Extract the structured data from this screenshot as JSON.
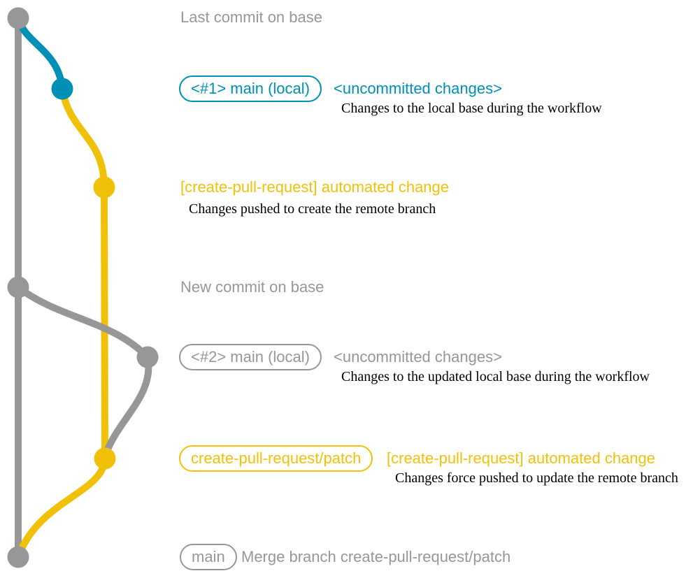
{
  "diagram": {
    "description": "Git branch graph showing the create-pull-request action workflow",
    "colors": {
      "base_branch": "#979797",
      "local_branch": "#008fb5",
      "patch_branch": "#f1c109",
      "note_text": "#000000"
    },
    "rows": [
      {
        "id": "last-commit-on-base",
        "message": "Last commit on base"
      },
      {
        "id": "local-commit-1",
        "branch_label": "<#1> main (local)",
        "message": "<uncommitted changes>",
        "note": "Changes to the local base during the workflow"
      },
      {
        "id": "automated-commit-1",
        "message": "[create-pull-request] automated change",
        "note": "Changes pushed to create the remote branch"
      },
      {
        "id": "new-commit-on-base",
        "message": "New commit on base"
      },
      {
        "id": "local-commit-2",
        "branch_label": "<#2> main (local)",
        "message": "<uncommitted changes>",
        "note": "Changes to the updated local base during the workflow"
      },
      {
        "id": "automated-commit-2",
        "branch_label": "create-pull-request/patch",
        "message": "[create-pull-request] automated change",
        "note": "Changes force pushed to update the remote branch"
      },
      {
        "id": "merge-commit",
        "branch_label": "main",
        "message": "Merge branch create-pull-request/patch"
      }
    ]
  }
}
